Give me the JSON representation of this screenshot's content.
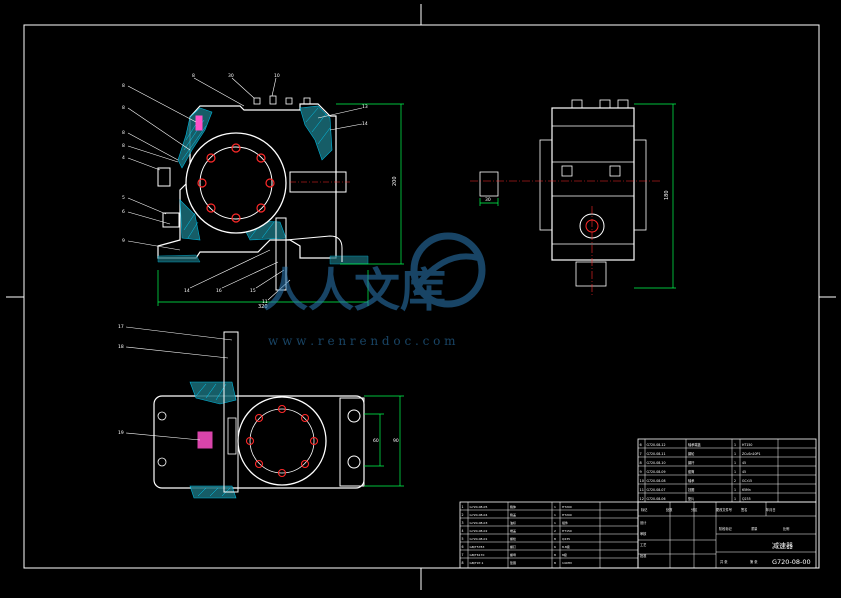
{
  "drawing": {
    "part_number": "G720-08-00",
    "part_name": "减速器",
    "dimension_front_height": "200",
    "dimension_front_width": "320",
    "dimension_side_height": "180",
    "dimension_side_shaft": "30",
    "dimension_top_small": "60",
    "dimension_top_large": "90"
  },
  "balloons": {
    "front": [
      "8",
      "8",
      "8",
      "8",
      "4",
      "5",
      "6",
      "9",
      "8",
      "30",
      "10",
      "13",
      "14",
      "14",
      "16",
      "15",
      "11"
    ],
    "top_view": [
      "17",
      "18",
      "19"
    ]
  },
  "watermark": {
    "logo_text": "人人文库",
    "url": "w w w . r e n r e n d o c . c o m"
  },
  "title_block": {
    "header": [
      "标记",
      "处数",
      "分区",
      "更改文件号",
      "签名",
      "年月日"
    ],
    "roles": [
      "设计",
      "审核",
      "工艺",
      "批准"
    ],
    "stage_header": [
      "阶段标记",
      "重量",
      "比例"
    ],
    "sheet_info": [
      "共 张",
      "第 张"
    ]
  },
  "bom_upper_rows": [
    [
      "G720-08-12",
      "轴承端盖",
      "1",
      "HT150"
    ],
    [
      "G720-08-11",
      "蜗轮",
      "1",
      "ZCuSn10P1"
    ],
    [
      "G720-08-10",
      "蜗杆",
      "1",
      "45"
    ],
    [
      "G720-08-09",
      "套筒",
      "1",
      "45"
    ],
    [
      "G720-08-08",
      "轴承",
      "2",
      "GCr15"
    ],
    [
      "G720-08-07",
      "挡圈",
      "1",
      "65Mn"
    ],
    [
      "G720-08-06",
      "垫片",
      "1",
      "Q235"
    ]
  ],
  "bom_lower_rows": [
    [
      "G720-08-05",
      "箱体",
      "1",
      "HT200"
    ],
    [
      "G720-08-04",
      "箱盖",
      "1",
      "HT200"
    ],
    [
      "G720-08-03",
      "油标",
      "1",
      "组件"
    ],
    [
      "G720-08-02",
      "端盖",
      "2",
      "HT150"
    ],
    [
      "G720-08-01",
      "螺栓",
      "8",
      "Q235"
    ],
    [
      "GB/T5783",
      "螺钉",
      "6",
      "8.8级"
    ],
    [
      "GB/T6170",
      "螺母",
      "8",
      "8级"
    ],
    [
      "GB/T97.1",
      "垫圈",
      "8",
      "140HV"
    ]
  ]
}
